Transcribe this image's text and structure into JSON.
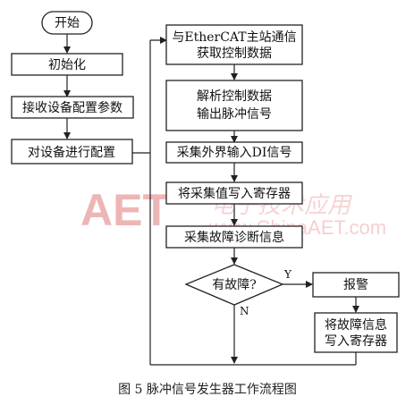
{
  "nodes": {
    "start": "开始",
    "init": "初始化",
    "receive_params": "接收设备配置参数",
    "configure_device": "对设备进行配置",
    "comm_line1": "与EtherCAT主站通信",
    "comm_line2": "获取控制数据",
    "parse_line1": "解析控制数据",
    "parse_line2": "输出脉冲信号",
    "collect_di": "采集外界输入DI信号",
    "write_register": "将采集值写入寄存器",
    "collect_fault": "采集故障诊断信息",
    "has_fault": "有故障?",
    "alarm": "报警",
    "write_fault_line1": "将故障信息",
    "write_fault_line2": "写入寄存器"
  },
  "edge_labels": {
    "yes": "Y",
    "no": "N"
  },
  "watermark": {
    "logo": "AET",
    "url": "www.ChinaAET.com",
    "cjk": "电子技术应用"
  },
  "caption": "图 5   脉冲信号发生器工作流程图",
  "colors": {
    "line": "#222222",
    "box_fill": "#ffffff",
    "watermark": "#e07b7b"
  }
}
